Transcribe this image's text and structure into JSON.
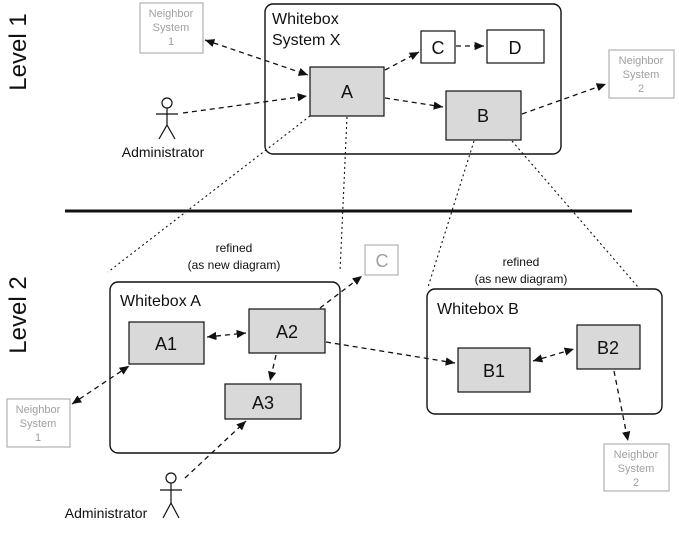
{
  "levels": {
    "level1": "Level 1",
    "level2": "Level 2"
  },
  "level1": {
    "container_title_line1": "Whitebox",
    "container_title_line2": "System X",
    "box_a": "A",
    "box_b": "B",
    "box_c": "C",
    "box_d": "D",
    "neighbor1": [
      "Neighbor",
      "System",
      "1"
    ],
    "neighbor2": [
      "Neighbor",
      "System",
      "2"
    ],
    "actor": "Administrator"
  },
  "level2": {
    "refined_a": [
      "refined",
      "(as new diagram)"
    ],
    "refined_b": [
      "refined",
      "(as new diagram)"
    ],
    "whitebox_a_title": "Whitebox A",
    "whitebox_b_title": "Whitebox B",
    "box_a1": "A1",
    "box_a2": "A2",
    "box_a3": "A3",
    "box_b1": "B1",
    "box_b2": "B2",
    "ghost_c": "C",
    "neighbor1": [
      "Neighbor",
      "System",
      "1"
    ],
    "neighbor2": [
      "Neighbor",
      "System",
      "2"
    ],
    "actor": "Administrator"
  },
  "colors": {
    "shaded_box": "#d9d9d9",
    "ghost": "#a0a0a0",
    "line": "#111111"
  }
}
